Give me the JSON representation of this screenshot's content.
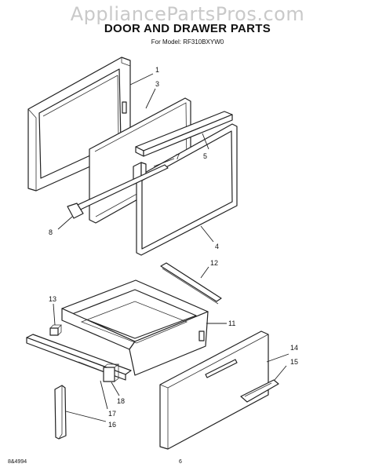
{
  "header": {
    "watermark": "AppliancePartsPros.com",
    "title": "DOOR AND DRAWER PARTS",
    "subtitle": "For Model: RF310BXYW0"
  },
  "callouts": [
    "1",
    "3",
    "5",
    "7",
    "8",
    "4",
    "12",
    "13",
    "11",
    "14",
    "15",
    "18",
    "17",
    "16"
  ],
  "footer": {
    "code": "8&4994",
    "page": "6"
  }
}
